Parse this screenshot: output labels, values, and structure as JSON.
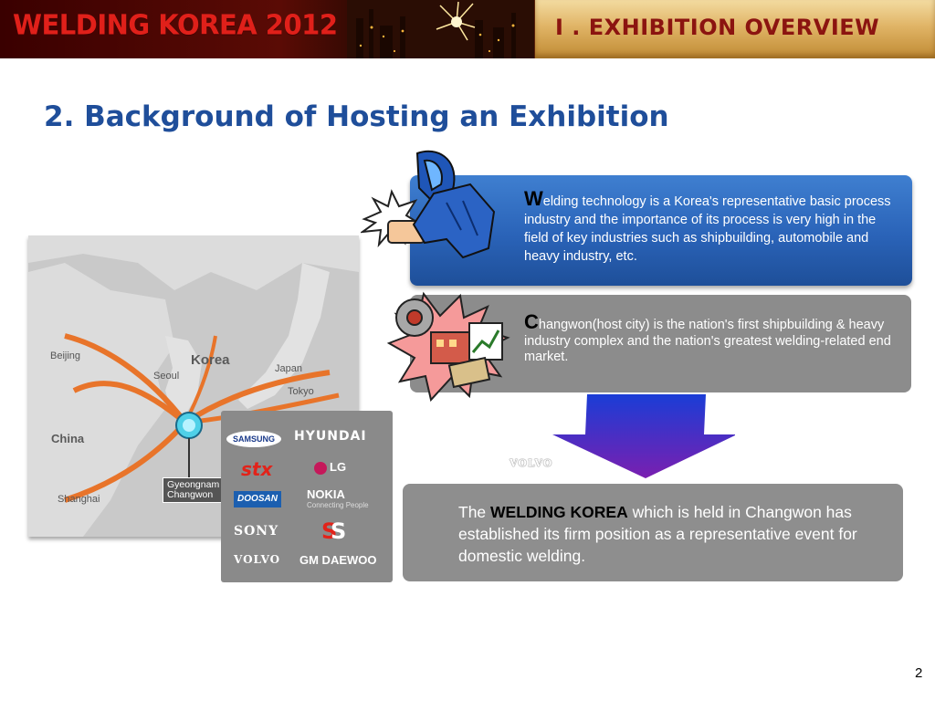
{
  "header": {
    "brand": "WELDING KOREA 2012",
    "section_tab": "I . EXHIBITION OVERVIEW"
  },
  "title": "2. Background of Hosting an Exhibition",
  "map": {
    "labels": {
      "beijing": "Beijing",
      "korea": "Korea",
      "japan": "Japan",
      "seoul": "Seoul",
      "china": "China",
      "tokyo": "Tokyo",
      "shanghai": "Shanghai",
      "gyeongnam_changwon": "Gyeongnam Changwon"
    }
  },
  "logos": [
    "SAMSUNG",
    "HYUNDAI",
    "STX",
    "LG",
    "DOOSAN",
    "NOKIA",
    "Connecting People",
    "SONY",
    "VOLVO",
    "GM DAEWOO"
  ],
  "box1": {
    "dropcap": "W",
    "text": "elding technology is a Korea's representative basic process industry and the importance of its process is very high in the field of key industries such as shipbuilding, automobile and heavy industry, etc."
  },
  "box2": {
    "dropcap": "C",
    "text": "hangwon(host city) is the nation's first shipbuilding & heavy industry complex and the nation's greatest welding-related end market."
  },
  "box3": {
    "prefix": "The ",
    "highlight": "WELDING KOREA",
    "suffix": " which is held in Changwon has established its firm position as a representative event for domestic welding."
  },
  "volvo_small": "VOLVO",
  "page_number": "2",
  "colors": {
    "title_blue": "#1f4e9a",
    "brand_red": "#e0201a",
    "tab_red": "#8b1410",
    "box_blue": "#2a63b8",
    "box_gray": "#8c8c8c",
    "arrow_top": "#1a3dd6",
    "arrow_bottom": "#7a1fb0"
  }
}
